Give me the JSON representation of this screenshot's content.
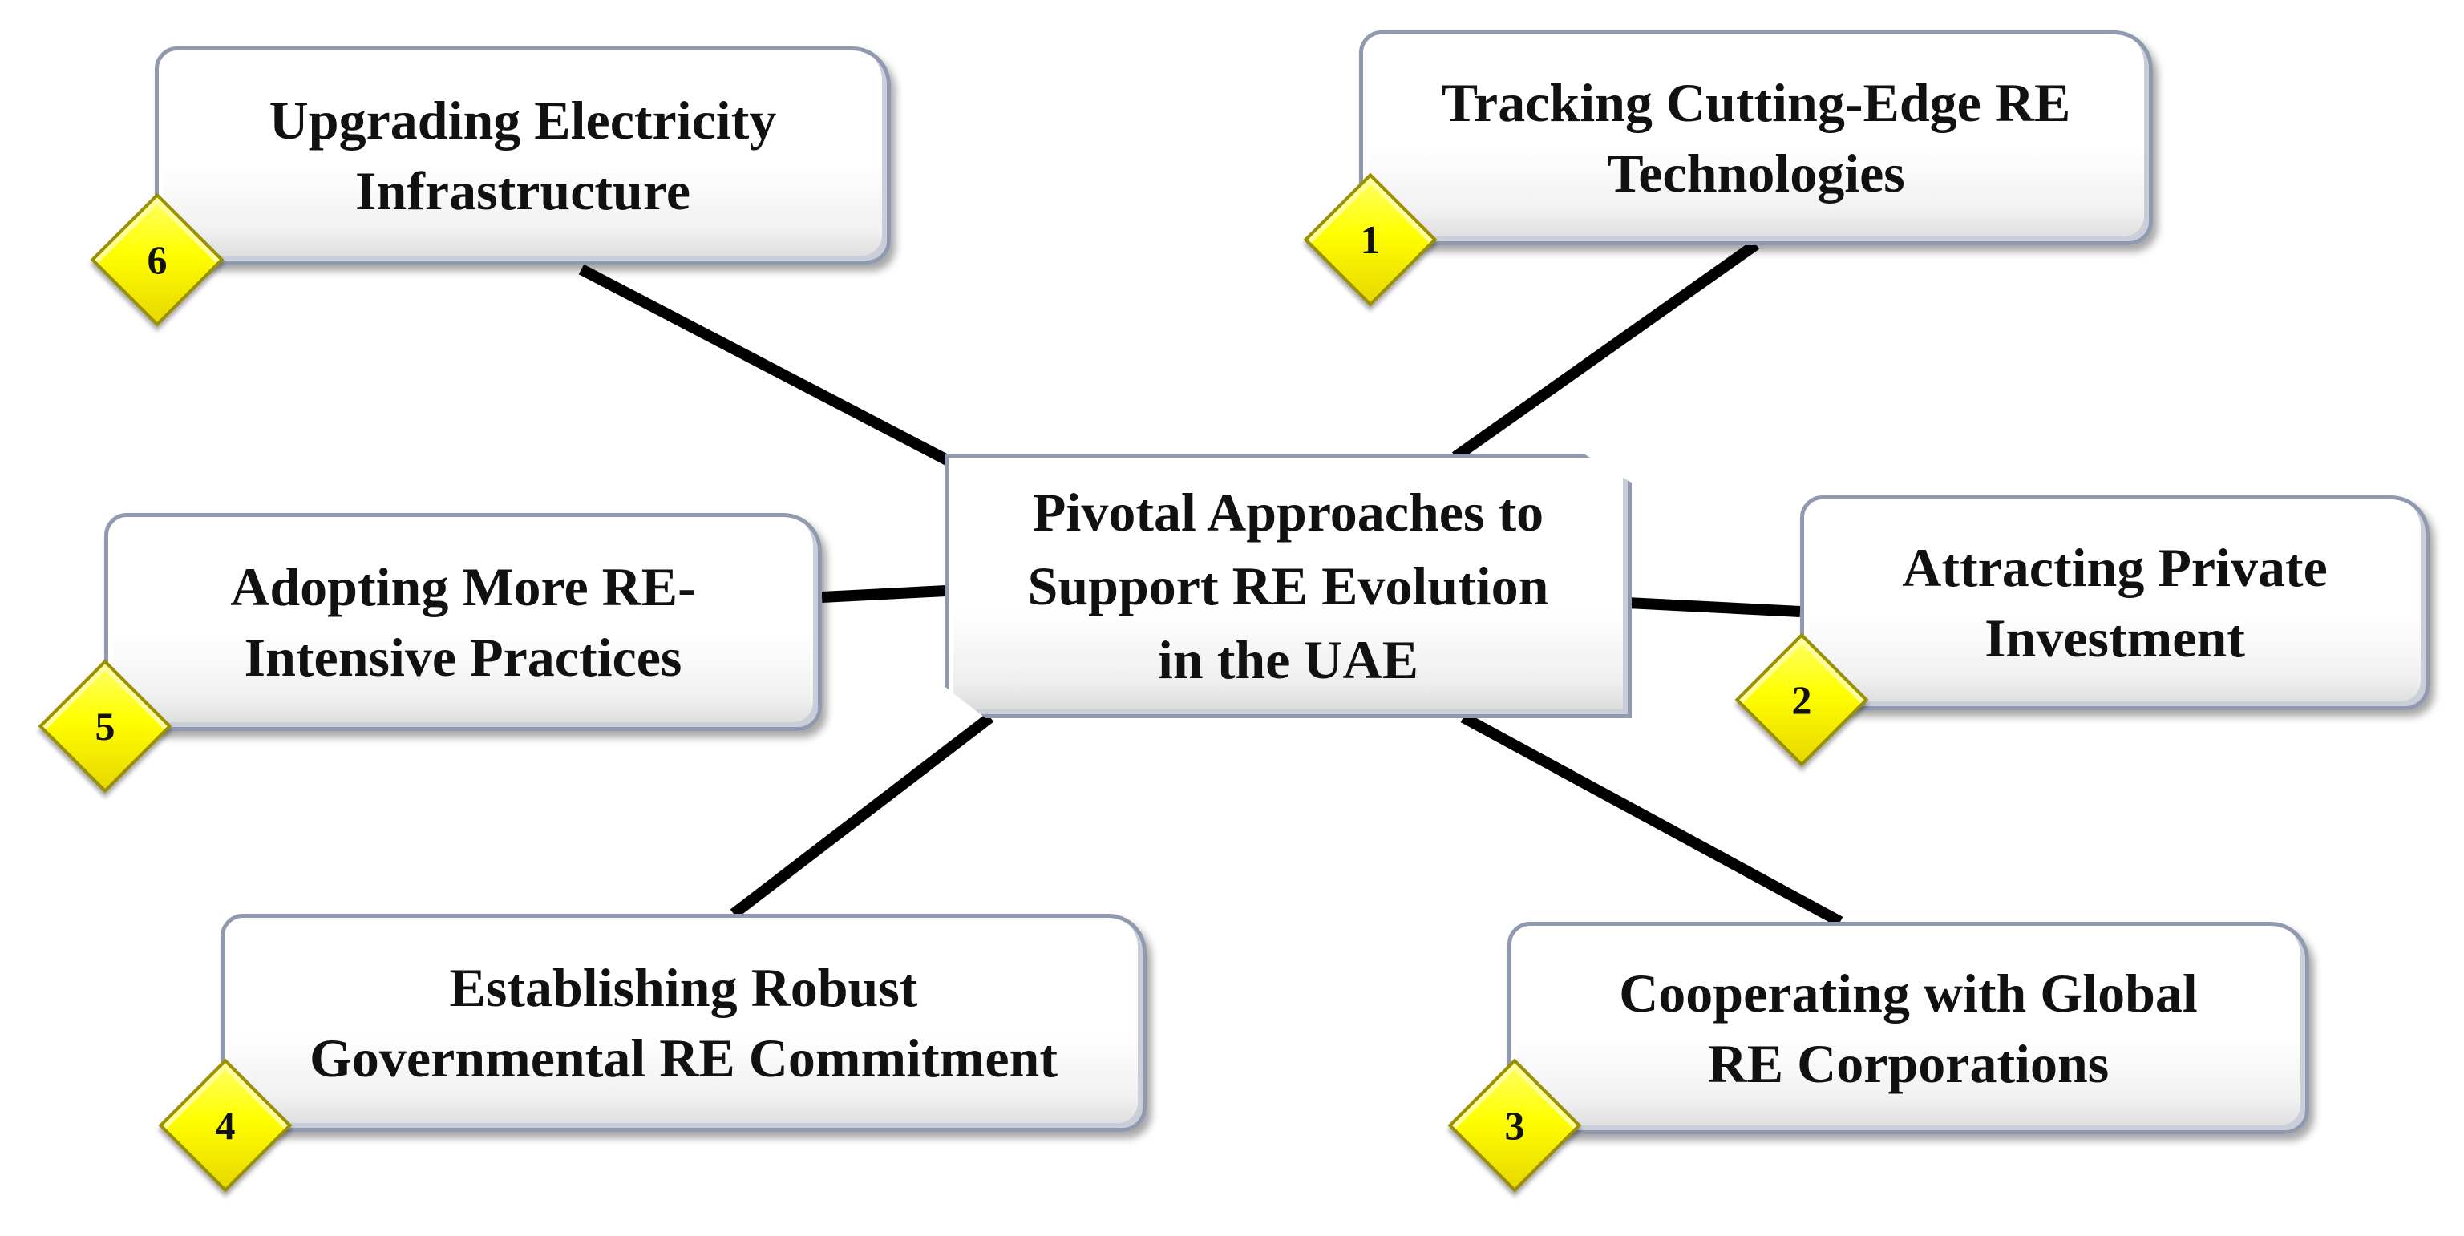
{
  "diagram": {
    "center": {
      "lines": [
        "Pivotal Approaches to",
        "Support RE Evolution",
        "in the UAE"
      ]
    },
    "items": [
      {
        "number": "1",
        "lines": [
          "Tracking Cutting-Edge RE",
          "Technologies"
        ]
      },
      {
        "number": "2",
        "lines": [
          "Attracting Private",
          "Investment"
        ]
      },
      {
        "number": "3",
        "lines": [
          "Cooperating with Global",
          "RE Corporations"
        ]
      },
      {
        "number": "4",
        "lines": [
          "Establishing Robust",
          "Governmental RE Commitment"
        ]
      },
      {
        "number": "5",
        "lines": [
          "Adopting More RE-",
          "Intensive Practices"
        ]
      },
      {
        "number": "6",
        "lines": [
          "Upgrading Electricity",
          "Infrastructure"
        ]
      }
    ],
    "colors": {
      "connector": "#000000",
      "box_border": "#8f9ab0",
      "badge_fill": "#ffff00",
      "text": "#111111"
    }
  }
}
